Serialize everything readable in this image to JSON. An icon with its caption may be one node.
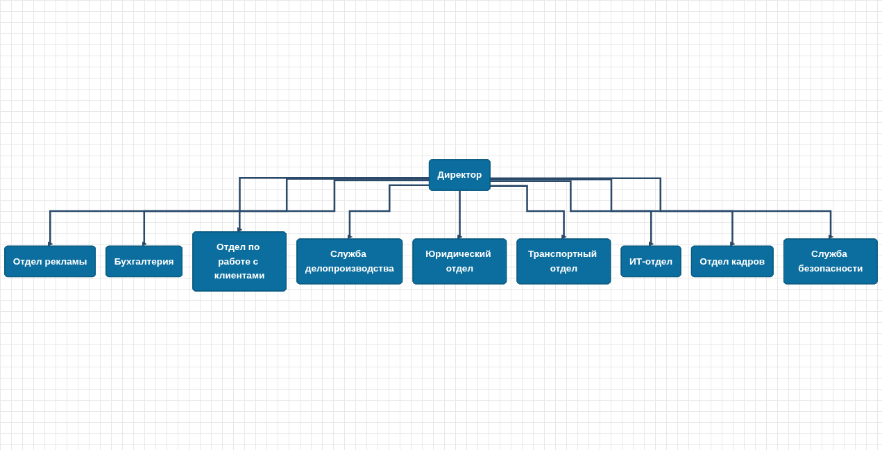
{
  "diagram": {
    "nodes": [
      {
        "text": [
          "Директор"
        ]
      },
      {
        "text": [
          "Отдел рекламы"
        ]
      },
      {
        "text": [
          "Отдел по работе с клиентами"
        ]
      },
      {
        "text": [
          "ИТ-отдел"
        ]
      },
      {
        "text": [
          "Служба безопасности"
        ]
      },
      {
        "text": [
          "Бухгалтерия"
        ]
      },
      {
        "text": [
          "Юридический отдел"
        ]
      },
      {
        "text": [
          "Отдел кадров"
        ]
      },
      {
        "text": [
          "Служба делопроизводства"
        ]
      },
      {
        "text": [
          "Транспортный отдел"
        ]
      }
    ],
    "edges": [
      {
        "from": 0,
        "to": 1,
        "arrow": "to"
      },
      {
        "from": 0,
        "to": 5,
        "arrow": "to"
      },
      {
        "from": 0,
        "to": 2,
        "arrow": "to"
      },
      {
        "from": 0,
        "to": 8,
        "arrow": "to"
      },
      {
        "from": 0,
        "to": 6,
        "arrow": "to"
      },
      {
        "from": 0,
        "to": 9,
        "arrow": "to"
      },
      {
        "from": 0,
        "to": 3,
        "arrow": "to"
      },
      {
        "from": 0,
        "to": 7,
        "arrow": "to"
      },
      {
        "from": 0,
        "to": 4,
        "arrow": "to"
      }
    ]
  }
}
